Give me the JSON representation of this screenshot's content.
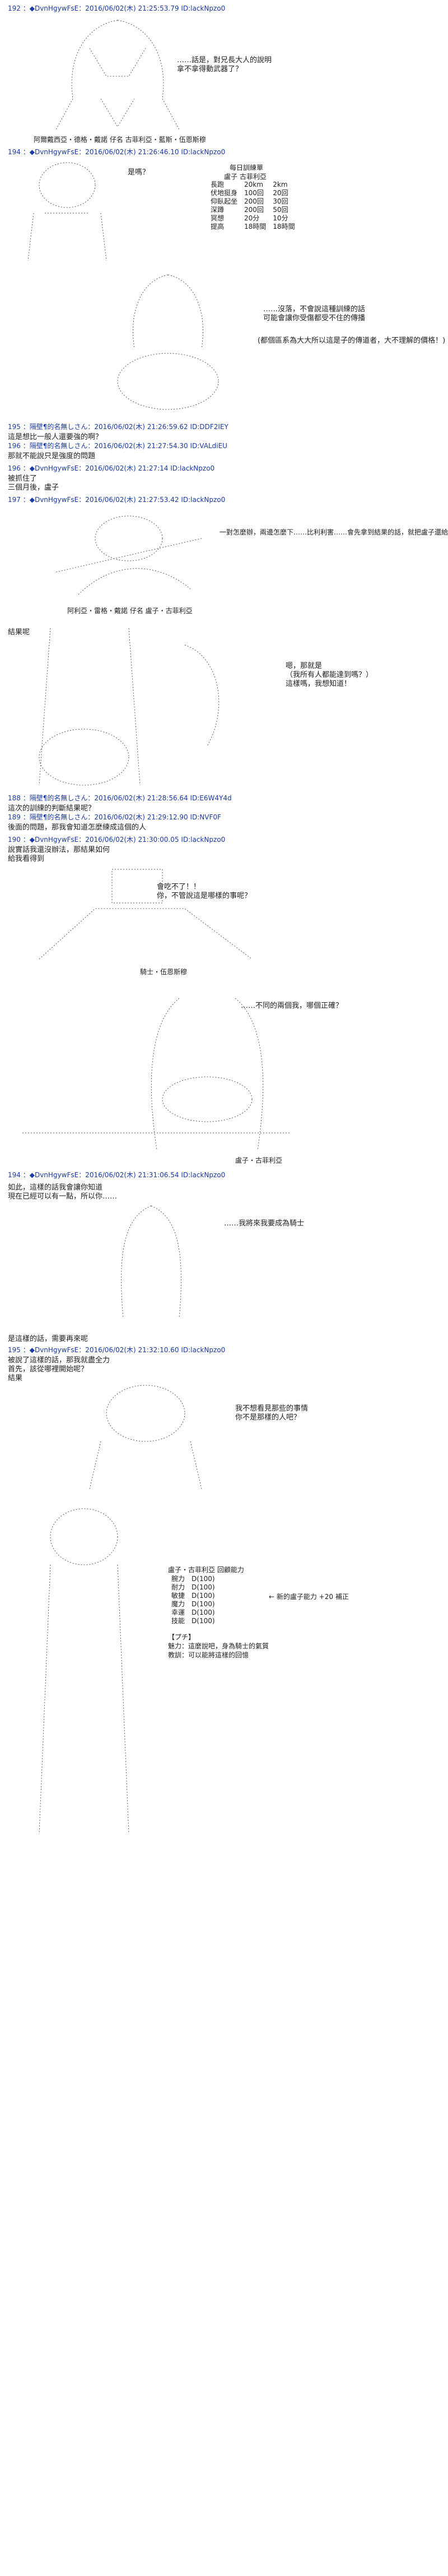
{
  "posts": [
    {
      "header": "192 ：◆DvnHgywFsE：2016/06/02(木) 21:25:53.79 ID:lackNpzo0"
    },
    {
      "header": "194 ：◆DvnHgywFsE：2016/06/02(木) 21:26:46.10 ID:lackNpzo0"
    },
    {
      "header": "195 ：隔壁¶的名無しさん：2016/06/02(木) 21:26:59.62 ID:DDF2IEY"
    },
    {
      "header": "196 ：隔壁¶的名無しさん：2016/06/02(木) 21:27:54.30 ID:VALdiEU"
    },
    {
      "header": "196 ：◆DvnHgywFsE：2016/06/02(木) 21:27:14 ID:lackNpzo0"
    },
    {
      "header": "197 ：◆DvnHgywFsE：2016/06/02(木) 21:27:53.42 ID:lackNpzo0"
    },
    {
      "header": "188 ：隔壁¶的名無しさん：2016/06/02(木) 21:28:56.64 ID:E6W4Y4d"
    },
    {
      "header": "189 ：隔壁¶的名無しさん：2016/06/02(木) 21:29:12.90 ID:NVF0F"
    },
    {
      "header": "190 ：◆DvnHgywFsE：2016/06/02(木) 21:30:00.05 ID:lackNpzo0"
    },
    {
      "header": "194 ：◆DvnHgywFsE：2016/06/02(木) 21:31:06.54 ID:lackNpzo0"
    },
    {
      "header": "195 ：◆DvnHgywFsE：2016/06/02(木) 21:32:10.60 ID:lackNpzo0"
    }
  ],
  "lines": {
    "l1": "……話是，對兄長大人的說明",
    "l2": "拿不拿得動武器了？",
    "cap1": "阿爾戴西亞・德格・戴諾  仔名  古菲利亞・藍斯・伍恩斯穆",
    "l3": "是嗎？",
    "stats_title": "每日訓練單",
    "stats_sub": "盧子  古菲利亞",
    "stats": [
      [
        "長跑",
        "20km",
        "2km"
      ],
      [
        "伏地挺身",
        "100回",
        "20回"
      ],
      [
        "仰臥起坐",
        "200回",
        "30回"
      ],
      [
        "深蹲",
        "200回",
        "50回"
      ],
      [
        "冥想",
        "20分",
        "10分"
      ],
      [
        "提高",
        "18時間",
        "18時間"
      ]
    ],
    "l4": "……沒落，不會說這種訓練的話",
    "l5": "可能會讓你受傷都受不住的傳播",
    "l6": "(都個區系為大大所以這是子的傳道者，大不理解的價格！)",
    "r1": "這是想比一般人還要強的啊？",
    "r2": "那就不能說只是強度的問題",
    "l7": "被抓住了",
    "l8": "三個月後，盧子",
    "l9": "一對怎麼辦，兩邊怎麼下……比利利害……會先拿到結果的話，就把盧子還給你？",
    "cap2": "阿利亞・雷格・戴諾  仔名  盧子・古菲利亞",
    "l10": "結果呢",
    "l11": "嗯，那就是",
    "l12": "（我所有人都能達到嗎？）",
    "l13": "這樣嗎，我想知道！",
    "r3": "這次的訓練的判斷結果呢？",
    "r4": "後面的問題，那我會知道怎麼練成這個的人",
    "l14": "說實話我還沒辦法，那結果如何",
    "l15": "給我看得到",
    "l16": "會吃不了！！",
    "l17": "你，不管說這是哪樣的事呢？",
    "cap3": "騎士・伍恩斯穆",
    "l18": "……不同的兩個我，哪個正確？",
    "cap4": "盧子・古菲利亞",
    "l19": "如此，這樣的話我會讓你知道",
    "l20": "現在已經可以有一點，所以你……",
    "l21": "……我將來我要成為騎士",
    "l22": "是這樣的話，需要再來呢",
    "l23": "被說了這樣的話，那我就盡全力",
    "l24": "首先，該從哪裡開始呢？",
    "l25": "結果",
    "l26": "我不想看見那些的事情",
    "l27": "你不是那樣的人吧？",
    "stat2_title": "盧子・古菲利亞  回顧能力",
    "stat2": [
      [
        "腕力",
        "D(100)"
      ],
      [
        "耐力",
        "D(100)"
      ],
      [
        "敏捷",
        "D(100)"
      ],
      [
        "魔力",
        "D(100)"
      ],
      [
        "幸運",
        "D(100)"
      ],
      [
        "技能",
        "D(100)"
      ]
    ],
    "stat2_note": "← 新的盧子能力 +20 補正",
    "l28": "【プチ】",
    "l29": "魅力：這麼說吧，身為騎士的氣質",
    "l30": "教訓：可以能將這樣的回憶"
  }
}
